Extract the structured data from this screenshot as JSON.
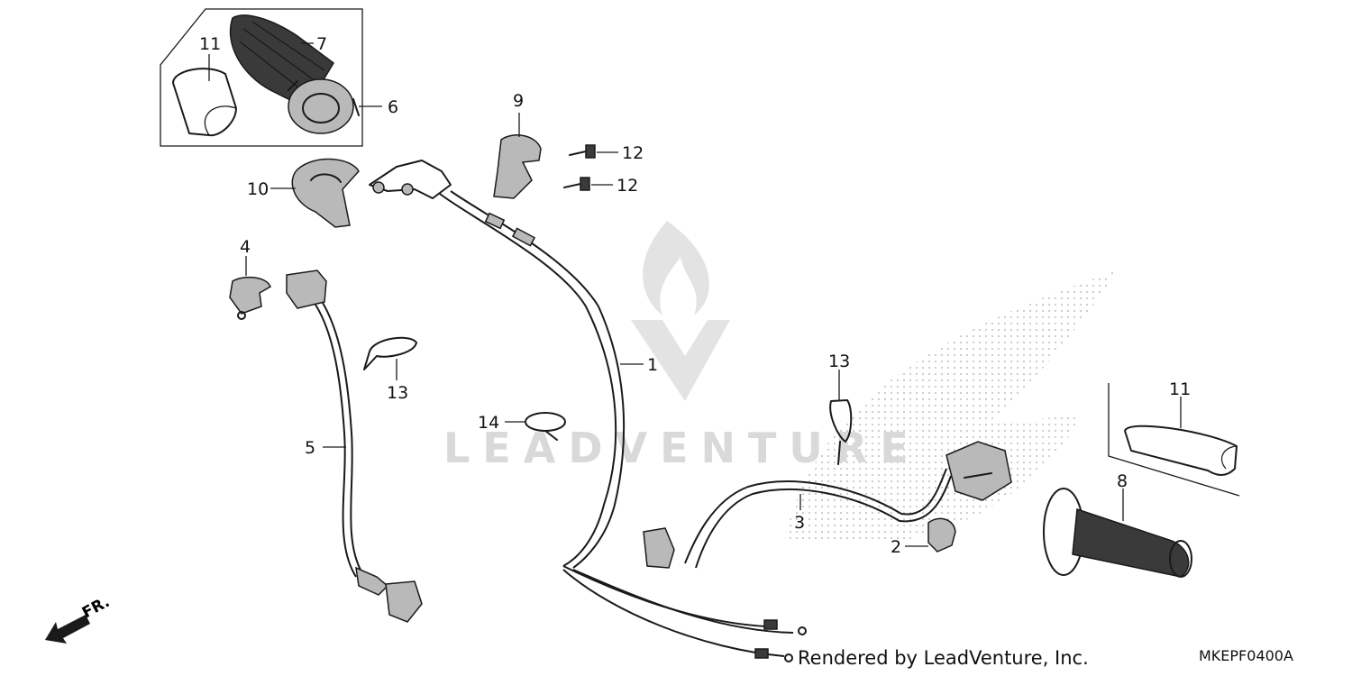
{
  "watermark": {
    "text": "LEADVENTURE"
  },
  "callouts": {
    "c1": "1",
    "c2": "2",
    "c3": "3",
    "c4": "4",
    "c5": "5",
    "c6": "6",
    "c7": "7",
    "c8": "8",
    "c9": "9",
    "c10": "10",
    "c11a": "11",
    "c11b": "11",
    "c12a": "12",
    "c12b": "12",
    "c13a": "13",
    "c13b": "13",
    "c14": "14"
  },
  "direction": {
    "label": "FR."
  },
  "footer": {
    "credit": "Rendered by LeadVenture, Inc.",
    "code": "MKEPF0400A"
  },
  "colors": {
    "line": "#1a1a1a",
    "watermark": "#d9d9d9",
    "part_fill": "#b9b9b9"
  }
}
